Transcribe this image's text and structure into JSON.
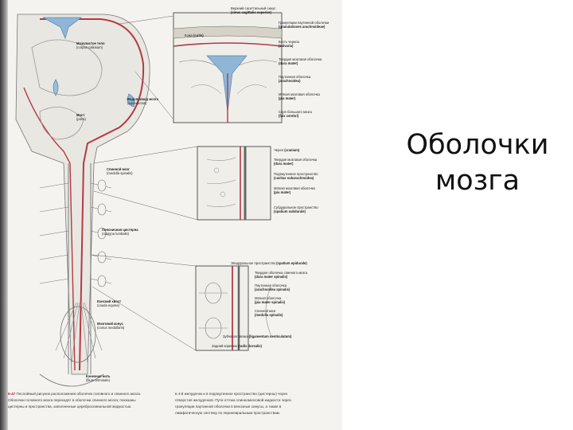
{
  "slide": {
    "title_line1": "Оболочки",
    "title_line2": "мозга"
  },
  "figure": {
    "number": "5-47",
    "caption_lines": [
      "Послойный рисунок расположения оболочек головного и спинного мозга.",
      "Оболочки головного мозга переходят в оболочки спинного мозга; показаны",
      "цистерны и пространства, заполненные цереброспинальной жидкостью."
    ],
    "right_text_lines": [
      "в 4-й желудочек и в подпаутинное пространство (цистерны) через",
      "отверстия желудочков. Пути оттока спинномозговой жидкости через",
      "грануляции паутинной оболочки в венозные синусы, а также в",
      "лимфатическую систему по периневральным пространствам."
    ],
    "labels_left": [
      {
        "ru": "Мозолистое тело",
        "lat": "(corpus callosum)"
      },
      {
        "ru": "Мост",
        "lat": "(pons)"
      },
      {
        "ru": "Водопровод мозга",
        "lat": "(aqueductus)"
      },
      {
        "ru": "Спинной мозг",
        "lat": "(medulla spinalis)"
      },
      {
        "ru": "Поясничная цистерна",
        "lat": "(cisterna lumbalis)"
      },
      {
        "ru": "Конский хвост",
        "lat": "(cauda equina)"
      },
      {
        "ru": "Мозговой конус",
        "lat": "(conus medullaris)"
      },
      {
        "ru": "Конечная нить",
        "lat": "(filum terminale)"
      }
    ],
    "labels_top": [
      {
        "ru": "Верхний сагиттальный синус",
        "lat": "(sinus sagittalis superior)"
      },
      {
        "ru": "Грануляции паутинной оболочки",
        "lat": "(granulationes arachnoideae)"
      },
      {
        "ru": "Кожа",
        "lat": "(cutis)"
      },
      {
        "ru": "Кость черепа",
        "lat": "(calvaria)"
      },
      {
        "ru": "Твердая мозговая оболочка",
        "lat": "(dura mater)"
      },
      {
        "ru": "Паутинная оболочка",
        "lat": "(arachnoidea)"
      },
      {
        "ru": "Мягкая мозговая оболочка",
        "lat": "(pia mater)"
      },
      {
        "ru": "Серп большого мозга",
        "lat": "(falx cerebri)"
      }
    ],
    "labels_mid": [
      {
        "ru": "Череп",
        "lat": "(cranium)"
      },
      {
        "ru": "Твердая мозговая оболочка",
        "lat": "(dura mater)"
      },
      {
        "ru": "Подпаутинное пространство",
        "lat": "(cavitas subarachnoidea)"
      },
      {
        "ru": "Мягкая мозговая оболочка",
        "lat": "(pia mater)"
      },
      {
        "ru": "Субдуральное пространство",
        "lat": "(spatium subdurale)"
      }
    ],
    "labels_bottom": [
      {
        "ru": "Эпидуральное пространство",
        "lat": "(spatium epidurale)"
      },
      {
        "ru": "Твердая оболочка спинного мозга",
        "lat": "(dura mater spinalis)"
      },
      {
        "ru": "Паутинная оболочка",
        "lat": "(arachnoidea spinalis)"
      },
      {
        "ru": "Мягкая оболочка",
        "lat": "(pia mater spinalis)"
      },
      {
        "ru": "Спинной мозг",
        "lat": "(medulla spinalis)"
      },
      {
        "ru": "Зубчатая связка",
        "lat": "(ligamentum denticulatum)"
      },
      {
        "ru": "Задний корешок",
        "lat": "(radix dorsalis)"
      }
    ]
  }
}
